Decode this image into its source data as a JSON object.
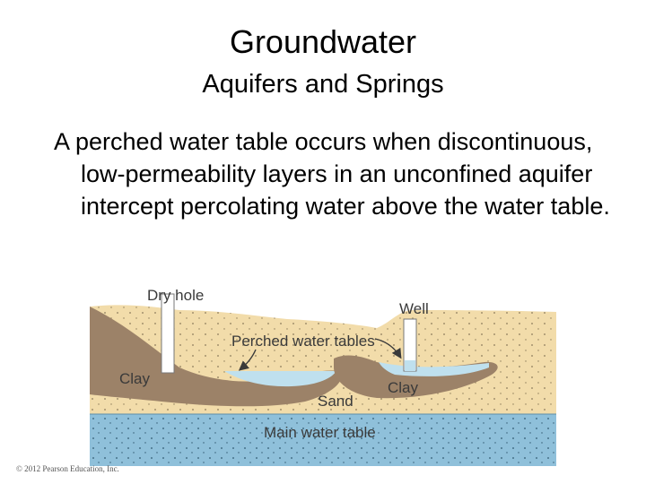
{
  "slide": {
    "title": "Groundwater",
    "subtitle": "Aquifers and Springs",
    "body": "A perched water table occurs when discontinuous, low-permeability layers in an unconfined aquifer intercept percolating water above the water table.",
    "copyright": "© 2012 Pearson Education, Inc."
  },
  "figure": {
    "labels": {
      "dry_hole": "Dry hole",
      "well": "Well",
      "perched_water_tables": "Perched water tables",
      "clay_left": "Clay",
      "clay_right": "Clay",
      "sand": "Sand",
      "main_water_table": "Main water table"
    },
    "colors": {
      "sand": "#f2dcaa",
      "clay": "#9c8268",
      "water": "#8fc0da",
      "perched_water": "#bfe0ee",
      "label": "#3a3a3a"
    }
  }
}
